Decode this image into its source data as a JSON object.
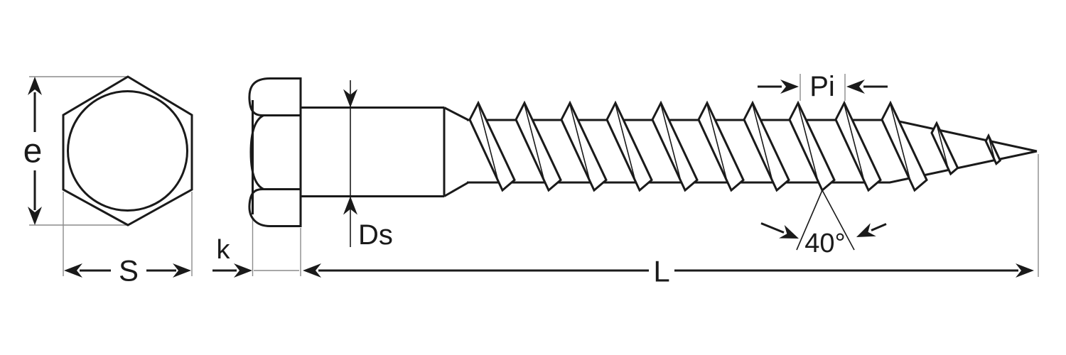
{
  "diagram": {
    "type": "technical-drawing",
    "subject": "hex-head-wood-screw",
    "labels": {
      "head_corner_size": "e",
      "head_across_flats": "S",
      "head_height": "k",
      "shank_diameter": "Ds",
      "thread_pitch": "Pi",
      "tip_angle": "40°",
      "screw_length": "L"
    }
  },
  "colors": {
    "line": "#1a1a1a",
    "extension_line": "#8c8c8c",
    "background": "#ffffff"
  }
}
